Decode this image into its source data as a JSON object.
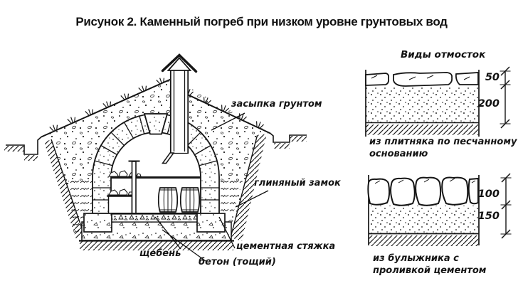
{
  "title": "Рисунок 2. Каменный погреб при низком уровне грунтовых вод",
  "cellar_labels": {
    "backfill": "засыпка грунтом",
    "clay_lock": "глиняный замок",
    "cement_screed": "цементная стяжка",
    "crushed_stone": "щебень",
    "lean_concrete": "бетон (тощий)"
  },
  "apron_panel": {
    "heading": "Виды отмосток",
    "flagstone": {
      "thickness_top_mm": "50",
      "thickness_base_mm": "200",
      "caption_line1": "из плитняка по песчанному",
      "caption_line2": "основанию"
    },
    "cobblestone": {
      "thickness_top_mm": "100",
      "thickness_base_mm": "150",
      "caption_line1": "из булыжника с",
      "caption_line2": "проливкой цементом"
    }
  },
  "colors": {
    "ink": "#1b1b1b",
    "paper": "#ffffff"
  }
}
